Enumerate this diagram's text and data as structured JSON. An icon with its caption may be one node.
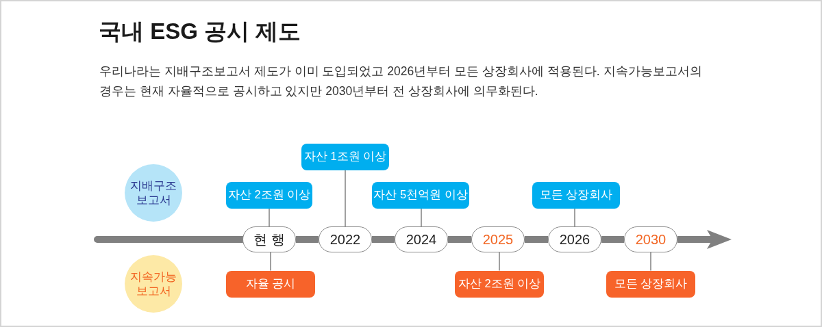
{
  "diagram": {
    "title": "국내 ESG 공시 제도",
    "nodes": [
      {
        "text": [
          "지배구조 보고서"
        ]
      },
      {
        "text": [
          "지속가능 보고서"
        ]
      },
      {
        "text": [
          "현 행"
        ]
      },
      {
        "text": [
          "2022"
        ]
      },
      {
        "text": [
          "2024"
        ]
      },
      {
        "text": [
          "2025"
        ]
      },
      {
        "text": [
          "2026"
        ]
      },
      {
        "text": [
          "2030"
        ]
      },
      {
        "text": [
          "자산 2조원 이상"
        ]
      },
      {
        "text": [
          "자산 1조원 이상"
        ]
      },
      {
        "text": [
          "자산 5천억원 이상"
        ]
      },
      {
        "text": [
          "모든 상장회사"
        ]
      },
      {
        "text": [
          "자율 공시"
        ]
      },
      {
        "text": [
          "자산 2조원 이상"
        ]
      },
      {
        "text": [
          "모든 상장회사"
        ]
      }
    ],
    "edges": [
      {
        "from": null,
        "to": 2,
        "arrow": "none",
        "style": "thick"
      },
      {
        "from": 2,
        "to": 3,
        "arrow": "none",
        "style": "thick"
      },
      {
        "from": 3,
        "to": 4,
        "arrow": "none",
        "style": "thick"
      },
      {
        "from": 4,
        "to": 5,
        "arrow": "none",
        "style": "thick"
      },
      {
        "from": 5,
        "to": 6,
        "arrow": "none",
        "style": "thick"
      },
      {
        "from": 6,
        "to": 7,
        "arrow": "none",
        "style": "thick"
      },
      {
        "from": 7,
        "to": null,
        "arrow": "to",
        "style": "thick"
      },
      {
        "from": 8,
        "to": 2,
        "arrow": "none"
      },
      {
        "from": 9,
        "to": 3,
        "arrow": "none"
      },
      {
        "from": 10,
        "to": 4,
        "arrow": "none"
      },
      {
        "from": 11,
        "to": 6,
        "arrow": "none"
      },
      {
        "from": 2,
        "to": 12,
        "arrow": "none"
      },
      {
        "from": 5,
        "to": 13,
        "arrow": "none"
      },
      {
        "from": 7,
        "to": 14,
        "arrow": "none"
      }
    ],
    "labels": [
      "우리나라는 지배구조보고서 제도가 이미 도입되었고 2026년부터 모든 상장회사에 적용된다. 지속가능보고서의 경우는 현재 자율적으로 공시하고 있지만 2030년부터 전 상장회사에 의무화된다."
    ]
  }
}
